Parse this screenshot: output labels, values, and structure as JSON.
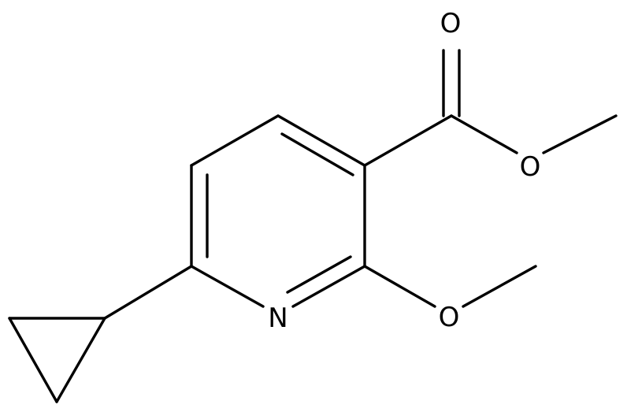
{
  "structure": {
    "atoms": {
      "carbonyl_oxygen": "O",
      "ester_oxygen": "O",
      "methoxy_oxygen": "O",
      "ring_nitrogen": "N"
    }
  }
}
